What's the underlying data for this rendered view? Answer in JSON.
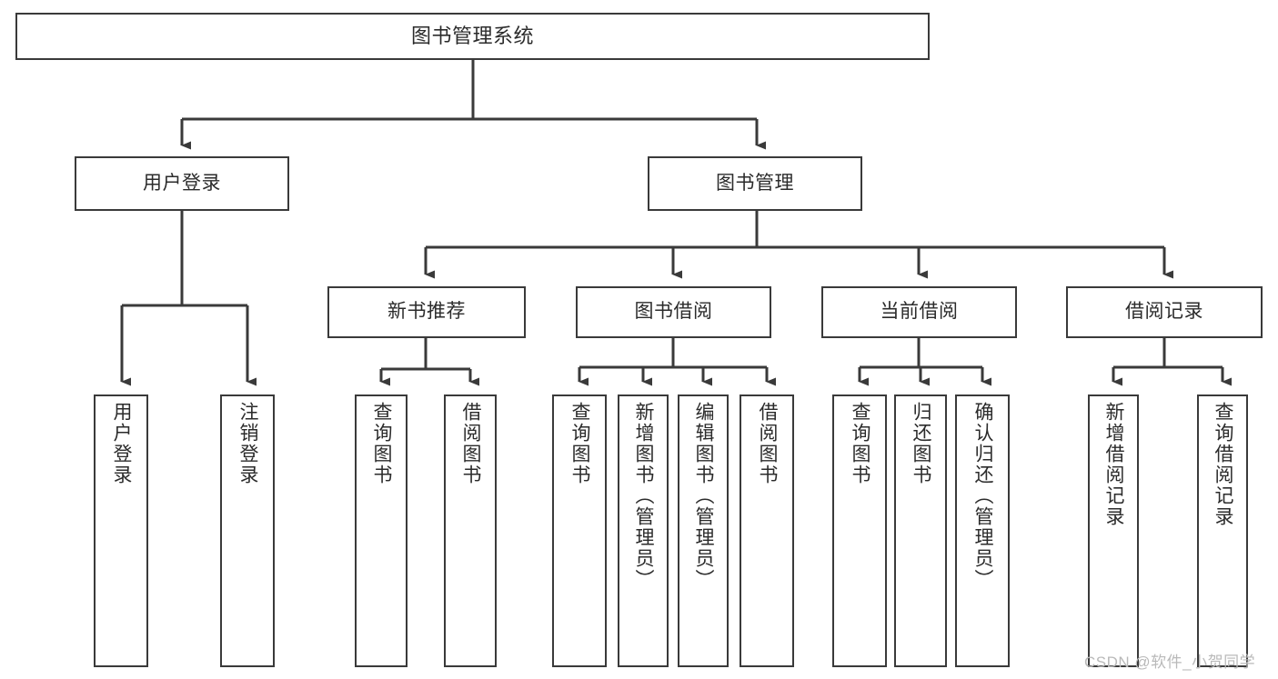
{
  "diagram": {
    "title": "图书管理系统",
    "type": "功能结构图",
    "colors": {
      "background": "#ffffff",
      "node_border": "#3a3a3a",
      "node_fill": "#ffffff",
      "connector": "#3a3a3a",
      "text": "#2b2b2b",
      "watermark": "#b9b9b9"
    },
    "root": {
      "id": "root",
      "label": "图书管理系统"
    },
    "level1": [
      {
        "id": "user-login",
        "label": "用户登录"
      },
      {
        "id": "book-manage",
        "label": "图书管理"
      }
    ],
    "level2": [
      {
        "id": "new-book-rec",
        "label": "新书推荐",
        "parent": "book-manage"
      },
      {
        "id": "book-borrow",
        "label": "图书借阅",
        "parent": "book-manage"
      },
      {
        "id": "current-borrow",
        "label": "当前借阅",
        "parent": "book-manage"
      },
      {
        "id": "borrow-record",
        "label": "借阅记录",
        "parent": "book-manage"
      }
    ],
    "leaves": [
      {
        "id": "leaf-user-login",
        "label": "用户登录",
        "parent": "user-login"
      },
      {
        "id": "leaf-user-logout",
        "label": "注销登录",
        "parent": "user-login"
      },
      {
        "id": "leaf-query-book-1",
        "label": "查询图书",
        "parent": "new-book-rec"
      },
      {
        "id": "leaf-borrow-book-1",
        "label": "借阅图书",
        "parent": "new-book-rec"
      },
      {
        "id": "leaf-query-book-2",
        "label": "查询图书",
        "parent": "book-borrow"
      },
      {
        "id": "leaf-add-book",
        "label": "新增图书（管理员）",
        "parent": "book-borrow"
      },
      {
        "id": "leaf-edit-book",
        "label": "编辑图书（管理员）",
        "parent": "book-borrow"
      },
      {
        "id": "leaf-borrow-book-2",
        "label": "借阅图书",
        "parent": "book-borrow"
      },
      {
        "id": "leaf-query-book-3",
        "label": "查询图书",
        "parent": "current-borrow"
      },
      {
        "id": "leaf-return-book",
        "label": "归还图书",
        "parent": "current-borrow"
      },
      {
        "id": "leaf-confirm-return",
        "label": "确认归还（管理员）",
        "parent": "current-borrow"
      },
      {
        "id": "leaf-add-record",
        "label": "新增借阅记录",
        "parent": "borrow-record"
      },
      {
        "id": "leaf-query-record",
        "label": "查询借阅记录",
        "parent": "borrow-record"
      }
    ]
  },
  "watermark": {
    "text": "CSDN @软件_小贺同学"
  }
}
